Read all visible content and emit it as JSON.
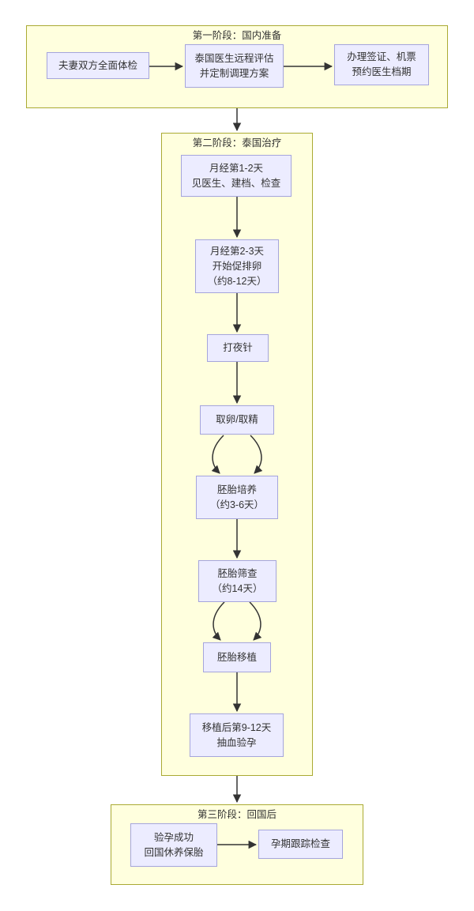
{
  "clusters": [
    {
      "title": "第一阶段：国内准备"
    },
    {
      "title": "第二阶段：泰国治疗"
    },
    {
      "title": "第三阶段：回国后"
    }
  ],
  "nodes": {
    "couple_checkup": {
      "lines": [
        "夫妻双方全面体检"
      ]
    },
    "remote_eval": {
      "lines": [
        "泰国医生远程评估",
        "并定制调理方案"
      ]
    },
    "visa_tickets": {
      "lines": [
        "办理签证、机票",
        "预约医生档期"
      ]
    },
    "period_day1_2": {
      "lines": [
        "月经第1-2天",
        "见医生、建档、检查"
      ]
    },
    "period_day2_3": {
      "lines": [
        "月经第2-3天",
        "开始促排卵",
        "（约8-12天）"
      ]
    },
    "trigger_shot": {
      "lines": [
        "打夜针"
      ]
    },
    "egg_sperm": {
      "lines": [
        "取卵/取精"
      ]
    },
    "embryo_culture": {
      "lines": [
        "胚胎培养",
        "（约3-6天）"
      ]
    },
    "embryo_screen": {
      "lines": [
        "胚胎筛查",
        "（约14天）"
      ]
    },
    "embryo_transfer": {
      "lines": [
        "胚胎移植"
      ]
    },
    "blood_test": {
      "lines": [
        "移植后第9-12天",
        "抽血验孕"
      ]
    },
    "success_rest": {
      "lines": [
        "验孕成功",
        "回国休养保胎"
      ]
    },
    "pregnancy_check": {
      "lines": [
        "孕期跟踪检查"
      ]
    }
  },
  "colors": {
    "node_fill": "#ECECFF",
    "node_border": "#A5A5DC",
    "cluster_fill": "#FFFFDE",
    "cluster_border": "#AAAA33",
    "edge": "#333333",
    "text": "#333333"
  }
}
